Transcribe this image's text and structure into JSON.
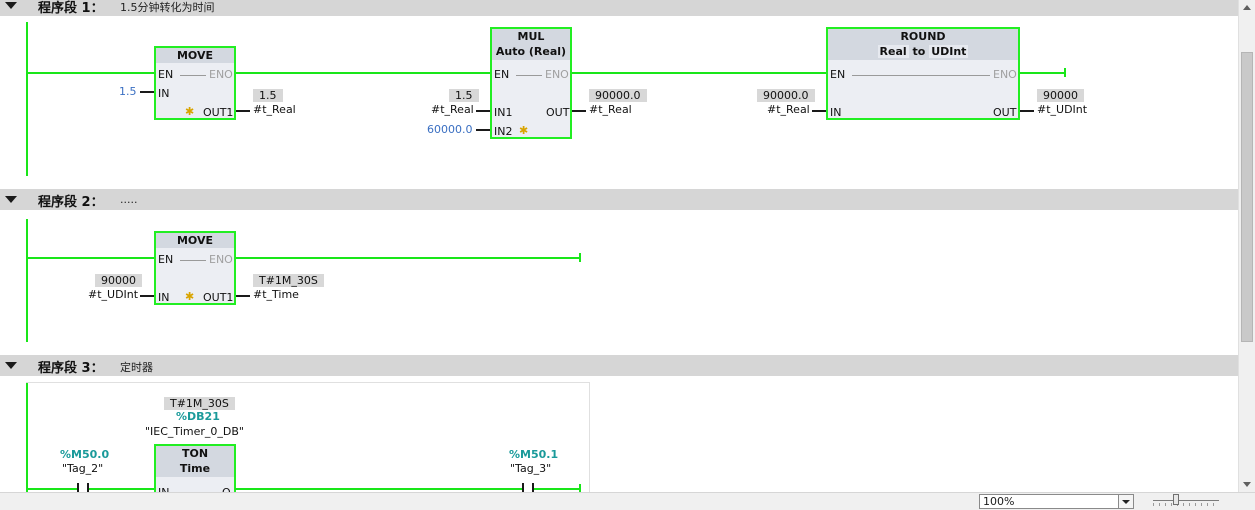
{
  "networks": [
    {
      "number": "程序段 1：",
      "comment": "1.5分钟转化为时间",
      "move": {
        "name": "MOVE",
        "en": "EN",
        "eno": "ENO",
        "in": "IN",
        "out": "OUT1",
        "in_value": "1.5",
        "out_value": "1.5",
        "out_var": "#t_Real"
      },
      "mul": {
        "name": "MUL",
        "type": "Auto (Real)",
        "en": "EN",
        "eno": "ENO",
        "in1": "IN1",
        "in2": "IN2",
        "out": "OUT",
        "in1_value": "1.5",
        "in1_var": "#t_Real",
        "in2_value": "60000.0",
        "out_value": "90000.0",
        "out_var": "#t_Real"
      },
      "round": {
        "name": "ROUND",
        "type_from": "Real",
        "type_to_word": "to",
        "type_to": "UDInt",
        "en": "EN",
        "eno": "ENO",
        "in": "IN",
        "out": "OUT",
        "in_value": "90000.0",
        "in_var": "#t_Real",
        "out_value": "90000",
        "out_var": "#t_UDInt"
      }
    },
    {
      "number": "程序段 2：",
      "comment": ".....",
      "move": {
        "name": "MOVE",
        "en": "EN",
        "eno": "ENO",
        "in": "IN",
        "out": "OUT1",
        "in_value": "90000",
        "in_var": "#t_UDInt",
        "out_value": "T#1M_30S",
        "out_var": "#t_Time"
      }
    },
    {
      "number": "程序段 3：",
      "comment": "定时器",
      "timer": {
        "preset": "T#1M_30S",
        "db": "%DB21",
        "db_name": "\"IEC_Timer_0_DB\"",
        "name": "TON",
        "type": "Time",
        "in": "IN",
        "q": "Q"
      },
      "contact1": {
        "address": "%M50.0",
        "tag": "\"Tag_2\""
      },
      "contact2": {
        "address": "%M50.1",
        "tag": "\"Tag_3\""
      }
    }
  ],
  "zoom": {
    "value": "100%"
  },
  "colors": {
    "rung": "#19e619",
    "header": "#d6d6d6",
    "constant": "#3a6fc2",
    "address": "#1a9a9a",
    "box_border": "#22ee22"
  },
  "icons": {
    "collapse": "triangle-down-icon",
    "star": "asterisk-icon"
  }
}
